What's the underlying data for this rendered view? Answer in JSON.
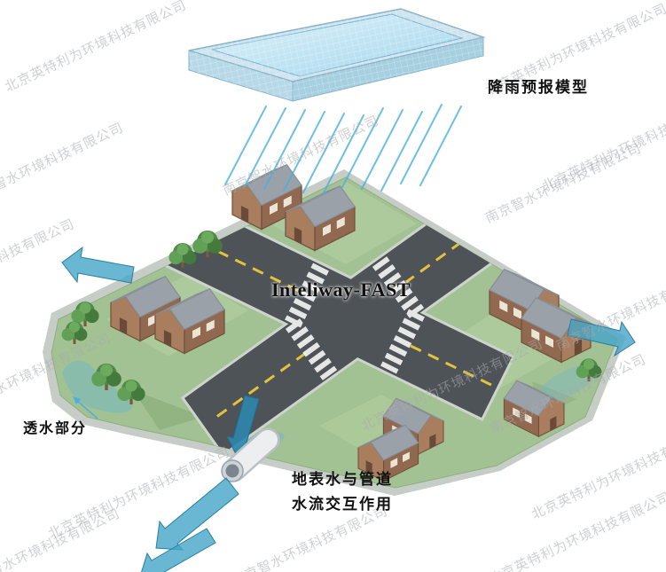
{
  "labels": {
    "rain_model": "降雨预报模型",
    "brand": "Inteliway-FAST",
    "permeable": "透水部分",
    "interaction_line1": "地表水与管道",
    "interaction_line2": "水流交互作用"
  },
  "watermarks": {
    "beijing": "北京英特利为环境科技有限公司",
    "nanjing": "南京智水环境科技有限公司"
  },
  "colors": {
    "rain_line": "#4ab0de",
    "water_surface": "#bfe4f2",
    "flow_arrow": "#45a5c8",
    "grass": "#a3c293",
    "road": "#4e5357",
    "center_line": "#e3c33c"
  }
}
